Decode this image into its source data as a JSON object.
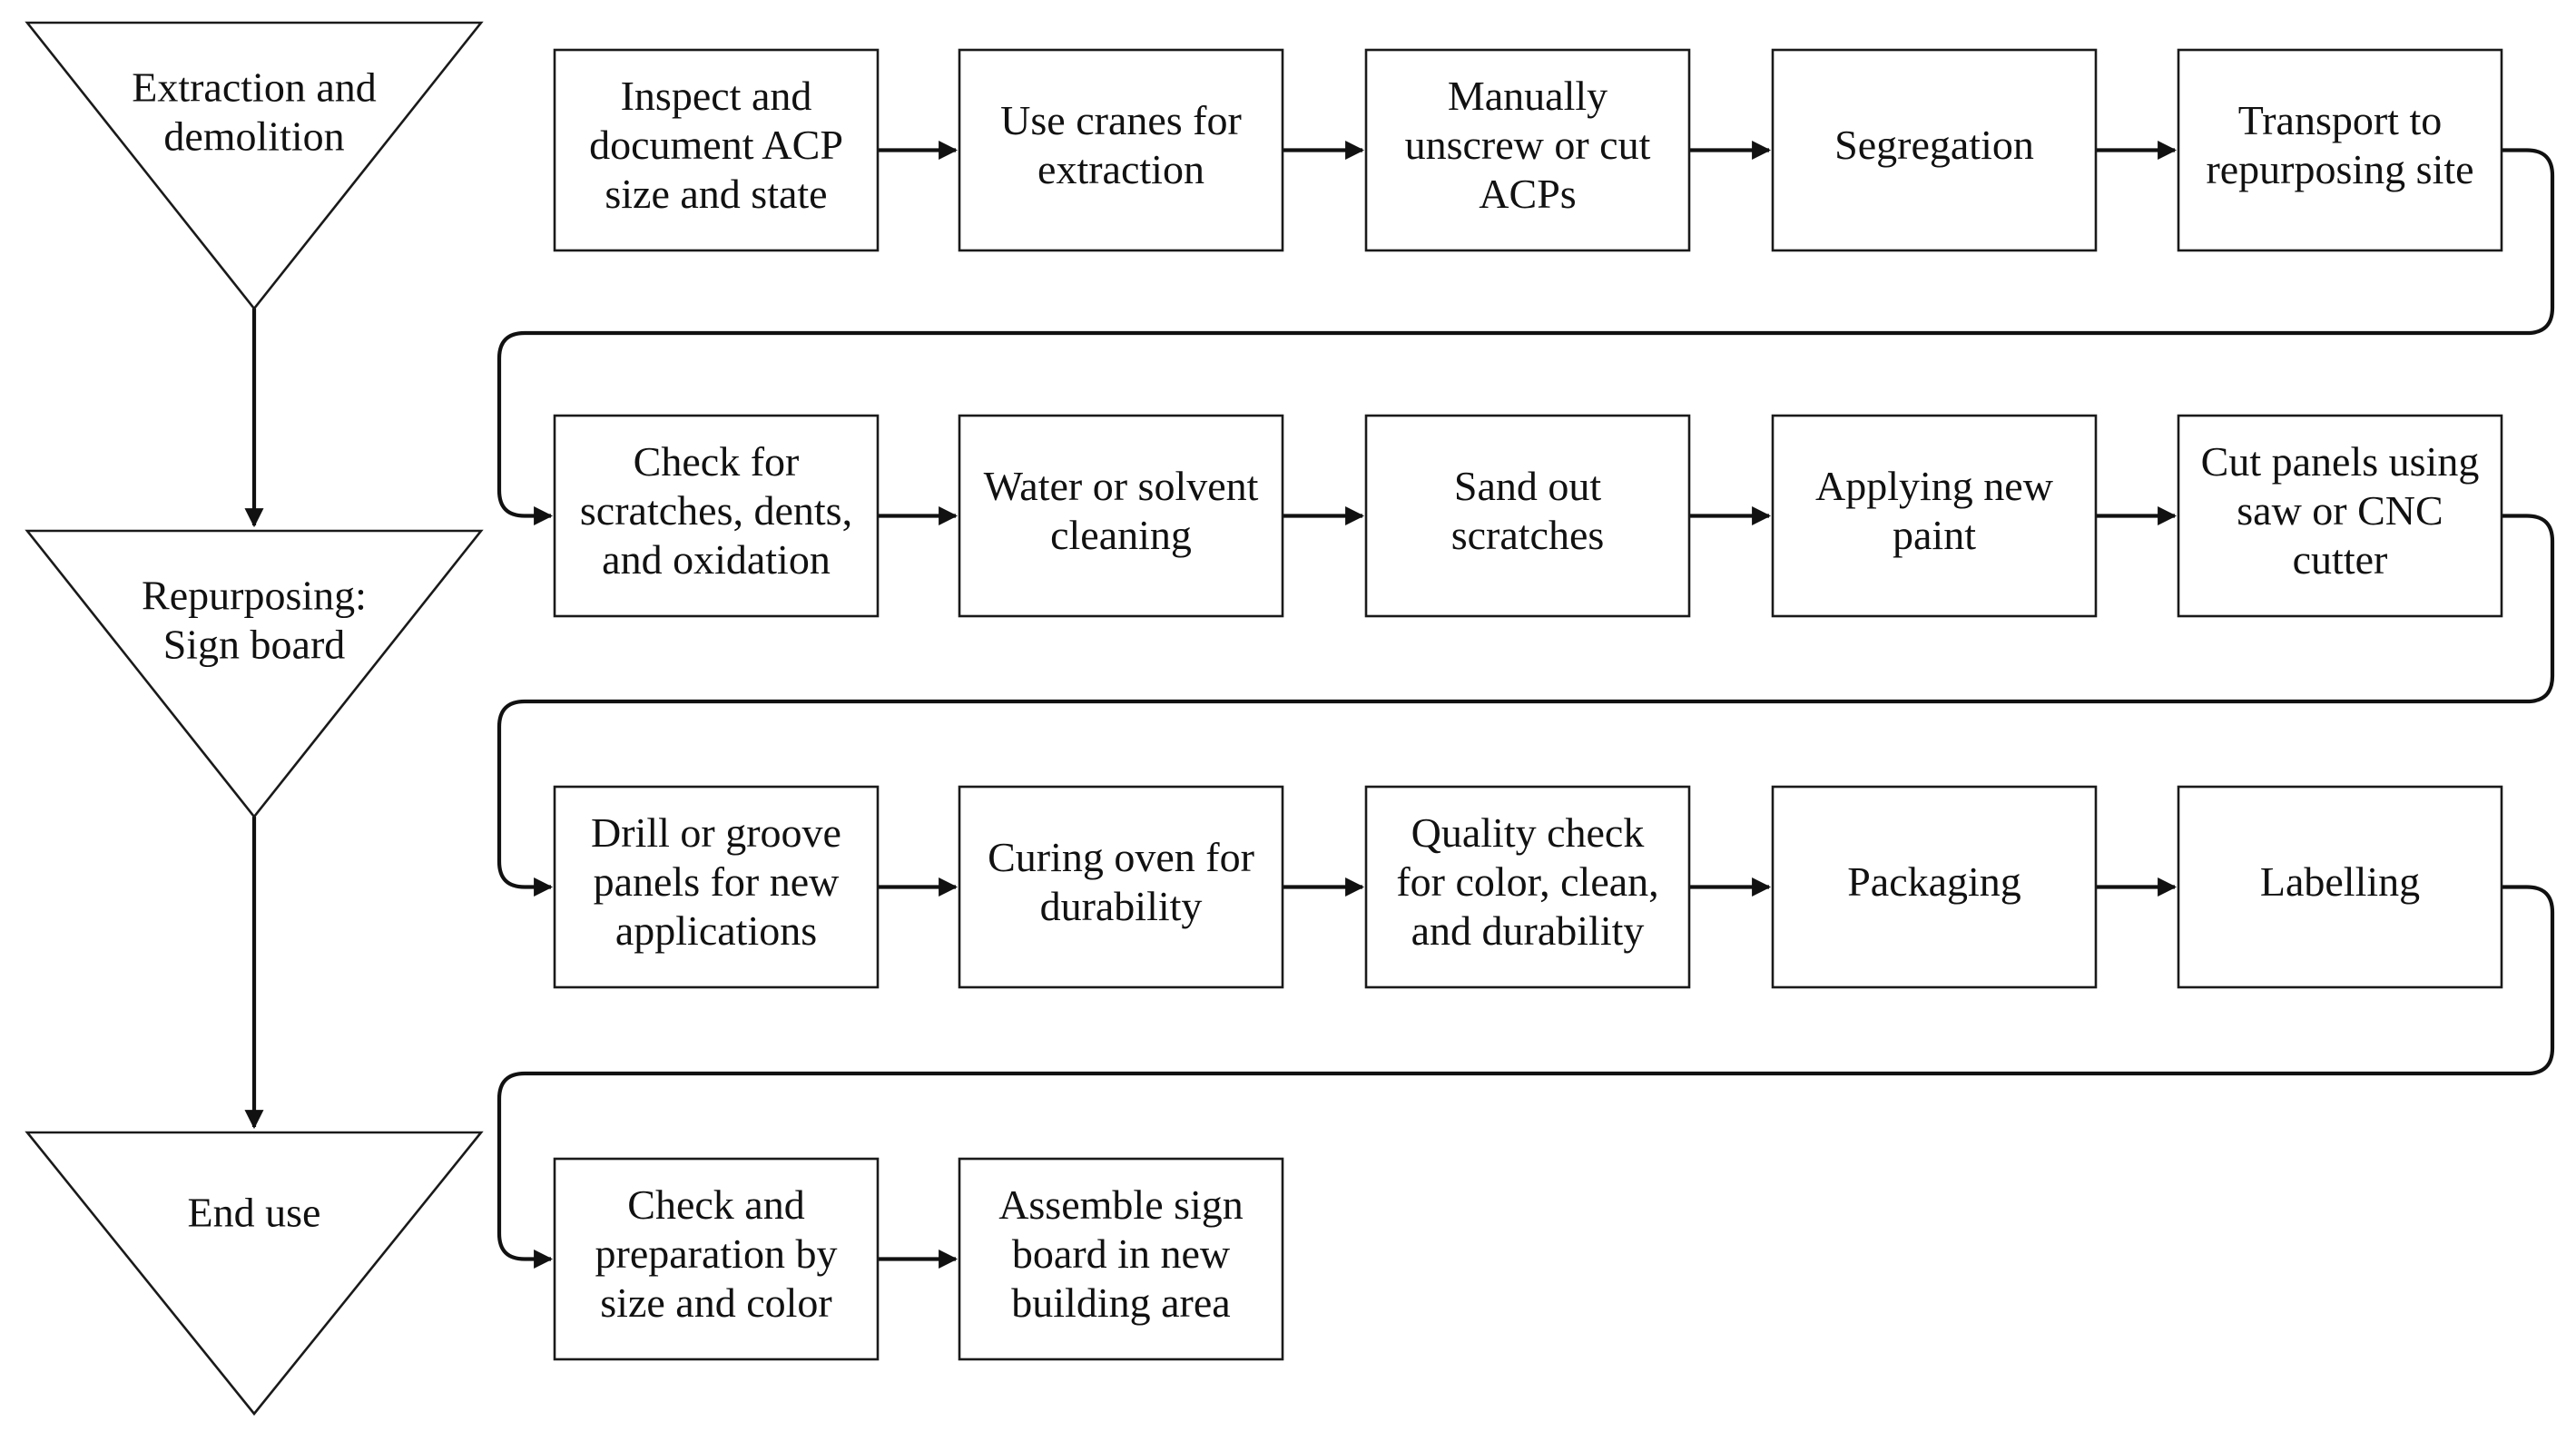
{
  "stages": [
    {
      "id": "s1",
      "label": "Extraction and\ndemolition"
    },
    {
      "id": "s2",
      "label": "Repurposing:\nSign board"
    },
    {
      "id": "s3",
      "label": "End use"
    }
  ],
  "steps": [
    {
      "id": "p1",
      "label": "Inspect and\ndocument ACP\nsize and state"
    },
    {
      "id": "p2",
      "label": "Use cranes for\nextraction"
    },
    {
      "id": "p3",
      "label": "Manually\nunscrew or cut\nACPs"
    },
    {
      "id": "p4",
      "label": "Segregation"
    },
    {
      "id": "p5",
      "label": "Transport to\nrepurposing site"
    },
    {
      "id": "p6",
      "label": "Check for\nscratches, dents,\nand oxidation"
    },
    {
      "id": "p7",
      "label": "Water or solvent\ncleaning"
    },
    {
      "id": "p8",
      "label": "Sand out\nscratches"
    },
    {
      "id": "p9",
      "label": "Applying new\npaint"
    },
    {
      "id": "p10",
      "label": "Cut panels using\nsaw or CNC\ncutter"
    },
    {
      "id": "p11",
      "label": "Drill or groove\npanels for new\napplications"
    },
    {
      "id": "p12",
      "label": "Curing oven for\ndurability"
    },
    {
      "id": "p13",
      "label": "Quality check\nfor color, clean,\nand durability"
    },
    {
      "id": "p14",
      "label": "Packaging"
    },
    {
      "id": "p15",
      "label": "Labelling"
    },
    {
      "id": "p16",
      "label": "Check and\npreparation by\nsize and color"
    },
    {
      "id": "p17",
      "label": "Assemble sign\nboard in new\nbuilding area"
    }
  ],
  "edges": [
    {
      "from": "s1",
      "to": "s2"
    },
    {
      "from": "s2",
      "to": "s3"
    },
    {
      "from": "p1",
      "to": "p2"
    },
    {
      "from": "p2",
      "to": "p3"
    },
    {
      "from": "p3",
      "to": "p4"
    },
    {
      "from": "p4",
      "to": "p5"
    },
    {
      "from": "p5",
      "to": "p6"
    },
    {
      "from": "p6",
      "to": "p7"
    },
    {
      "from": "p7",
      "to": "p8"
    },
    {
      "from": "p8",
      "to": "p9"
    },
    {
      "from": "p9",
      "to": "p10"
    },
    {
      "from": "p10",
      "to": "p11"
    },
    {
      "from": "p11",
      "to": "p12"
    },
    {
      "from": "p12",
      "to": "p13"
    },
    {
      "from": "p13",
      "to": "p14"
    },
    {
      "from": "p14",
      "to": "p15"
    },
    {
      "from": "p15",
      "to": "p16"
    },
    {
      "from": "p16",
      "to": "p17"
    }
  ],
  "colors": {
    "stroke": "#1a1a1a",
    "arrow": "#111111",
    "fill": "#ffffff",
    "text": "#111111"
  }
}
